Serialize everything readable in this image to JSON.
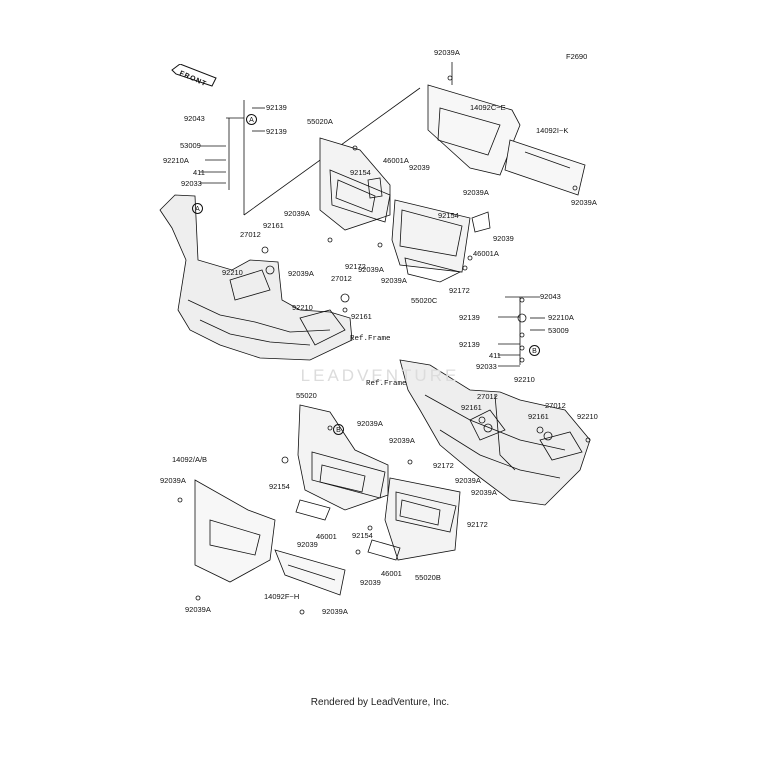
{
  "figure_code": "F2690",
  "front_label": "FRONT",
  "watermark": "LEADVENTURE",
  "footer": "Rendered by LeadVenture, Inc.",
  "callouts": {
    "a": "A",
    "b": "B"
  },
  "labels": {
    "l92039a_top": "92039A",
    "l14092c_e": "14092C~E",
    "l14092i_k": "14092I~K",
    "l92039a_tr": "92039A",
    "l92139_a": "92139",
    "l92043_a": "92043",
    "l92139_b": "92139",
    "l53009_a": "53009",
    "l92210a_a": "92210A",
    "l411_a": "411",
    "l92033_a": "92033",
    "l55020a": "55020A",
    "l46001a_top": "46001A",
    "l92039_top": "92039",
    "l92154_a": "92154",
    "l92039a_mid1": "92039A",
    "l92039a_m2": "92039A",
    "l92161_a": "92161",
    "l27012_a": "27012",
    "l92154_b": "92154",
    "l92039_b": "92039",
    "l46001a_b": "46001A",
    "l92172_a": "92172",
    "l92039a_m3": "92039A",
    "l27012_b": "27012",
    "l92210_a": "92210",
    "l92039a_m4": "92039A",
    "l55020c": "55020C",
    "l92172_b": "92172",
    "l92210_b": "92210",
    "l92161_b": "92161",
    "l ref_frame_a": "Ref.Frame",
    "l92043_b": "92043",
    "l92139_c": "92139",
    "l92210a_b": "92210A",
    "l53009_b": "53009",
    "l92139_d": "92139",
    "l411_b": "411",
    "l92033_b": "92033",
    "l92210_c": "92210",
    "l ref_frame_b": "Ref.Frame",
    "l27012_c": "27012",
    "l92161_c": "92161",
    "l27012_d": "27012",
    "l92161_d": "92161",
    "l92210_d": "92210",
    "l55020": "55020",
    "l92039a_b1": "92039A",
    "l14092ab": "14092/A/B",
    "l92039a_b2": "92039A",
    "l92039a_b3": "92039A",
    "l92172_c": "92172",
    "l92154_c": "92154",
    "l92039a_b4": "92039A",
    "l92039a_b5": "92039A",
    "l46001": "46001",
    "l92039_c": "92039",
    "l92172_d": "92172",
    "l92154_d": "92154",
    "l46001_b": "46001",
    "l55020b": "55020B",
    "l92039_d": "92039",
    "l92039a_b6": "92039A",
    "l14092f_h": "14092F~H",
    "l92039a_b7": "92039A"
  }
}
